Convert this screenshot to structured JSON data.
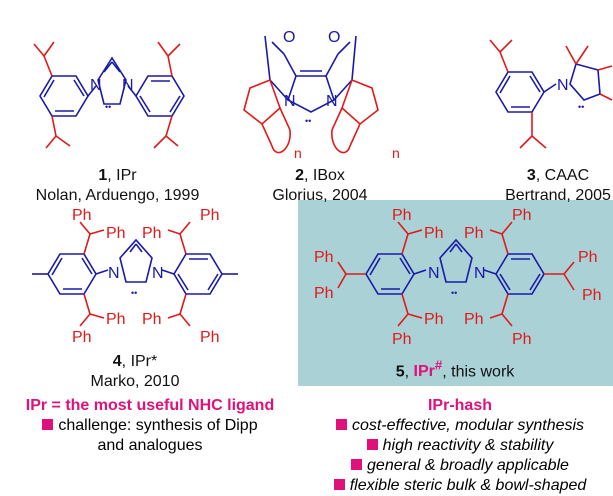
{
  "compounds": [
    {
      "number": "1",
      "name": "IPr",
      "authors": "Nolan, Arduengo, 1999"
    },
    {
      "number": "2",
      "name": "IBox",
      "authors": "Glorius, 2004"
    },
    {
      "number": "3",
      "name": "CAAC",
      "authors": "Bertrand, 2005"
    },
    {
      "number": "4",
      "name": "IPr*",
      "authors": "Marko, 2010"
    },
    {
      "number": "5",
      "name": "IPr",
      "name_sup": "#",
      "suffix": "this work"
    }
  ],
  "atom_labels": {
    "N": "N",
    "O": "O",
    "Ph": "Ph",
    "n": "n",
    "carbene": "••"
  },
  "left_panel": {
    "title": "IPr = the most useful NHC ligand",
    "bullet": "challenge: synthesis of Dipp",
    "bullet_cont": "and analogues"
  },
  "right_panel": {
    "title": "IPr-hash",
    "bullets": [
      "cost-effective, modular synthesis",
      "high reactivity & stability",
      "general & broadly applicable",
      "flexible steric bulk & bowl-shaped"
    ]
  },
  "colors": {
    "structure_blue": "#1a1aa8",
    "substituent_red": "#e01a1a",
    "highlight": "#a9d1d6",
    "accent": "#e0117a"
  }
}
